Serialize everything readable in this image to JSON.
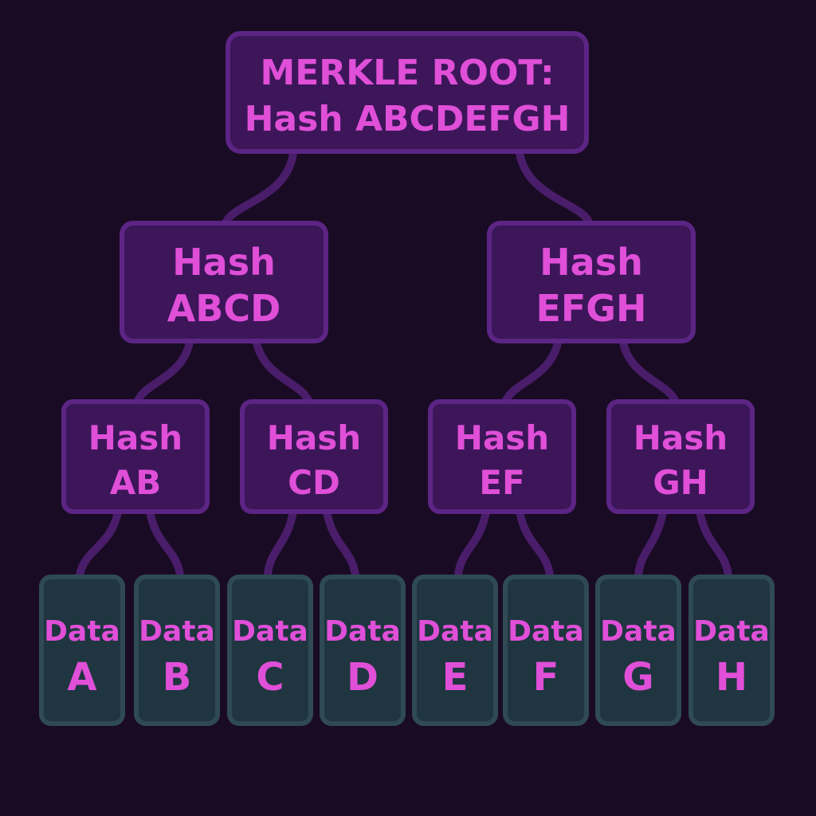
{
  "colors": {
    "background": "#1a0b24",
    "hash_node_fill": "#3c1659",
    "hash_node_border": "#5c2585",
    "data_node_fill": "#1f3540",
    "data_node_border": "#2f4a55",
    "connector": "#4a1d6b",
    "text": "#e04fd8"
  },
  "root": {
    "line1": "MERKLE ROOT:",
    "line2": "Hash ABCDEFGH"
  },
  "level1": [
    {
      "line1": "Hash",
      "line2": "ABCD"
    },
    {
      "line1": "Hash",
      "line2": "EFGH"
    }
  ],
  "level2": [
    {
      "line1": "Hash",
      "line2": "AB"
    },
    {
      "line1": "Hash",
      "line2": "CD"
    },
    {
      "line1": "Hash",
      "line2": "EF"
    },
    {
      "line1": "Hash",
      "line2": "GH"
    }
  ],
  "leaves": [
    {
      "line1": "Data",
      "line2": "A"
    },
    {
      "line1": "Data",
      "line2": "B"
    },
    {
      "line1": "Data",
      "line2": "C"
    },
    {
      "line1": "Data",
      "line2": "D"
    },
    {
      "line1": "Data",
      "line2": "E"
    },
    {
      "line1": "Data",
      "line2": "F"
    },
    {
      "line1": "Data",
      "line2": "G"
    },
    {
      "line1": "Data",
      "line2": "H"
    }
  ]
}
